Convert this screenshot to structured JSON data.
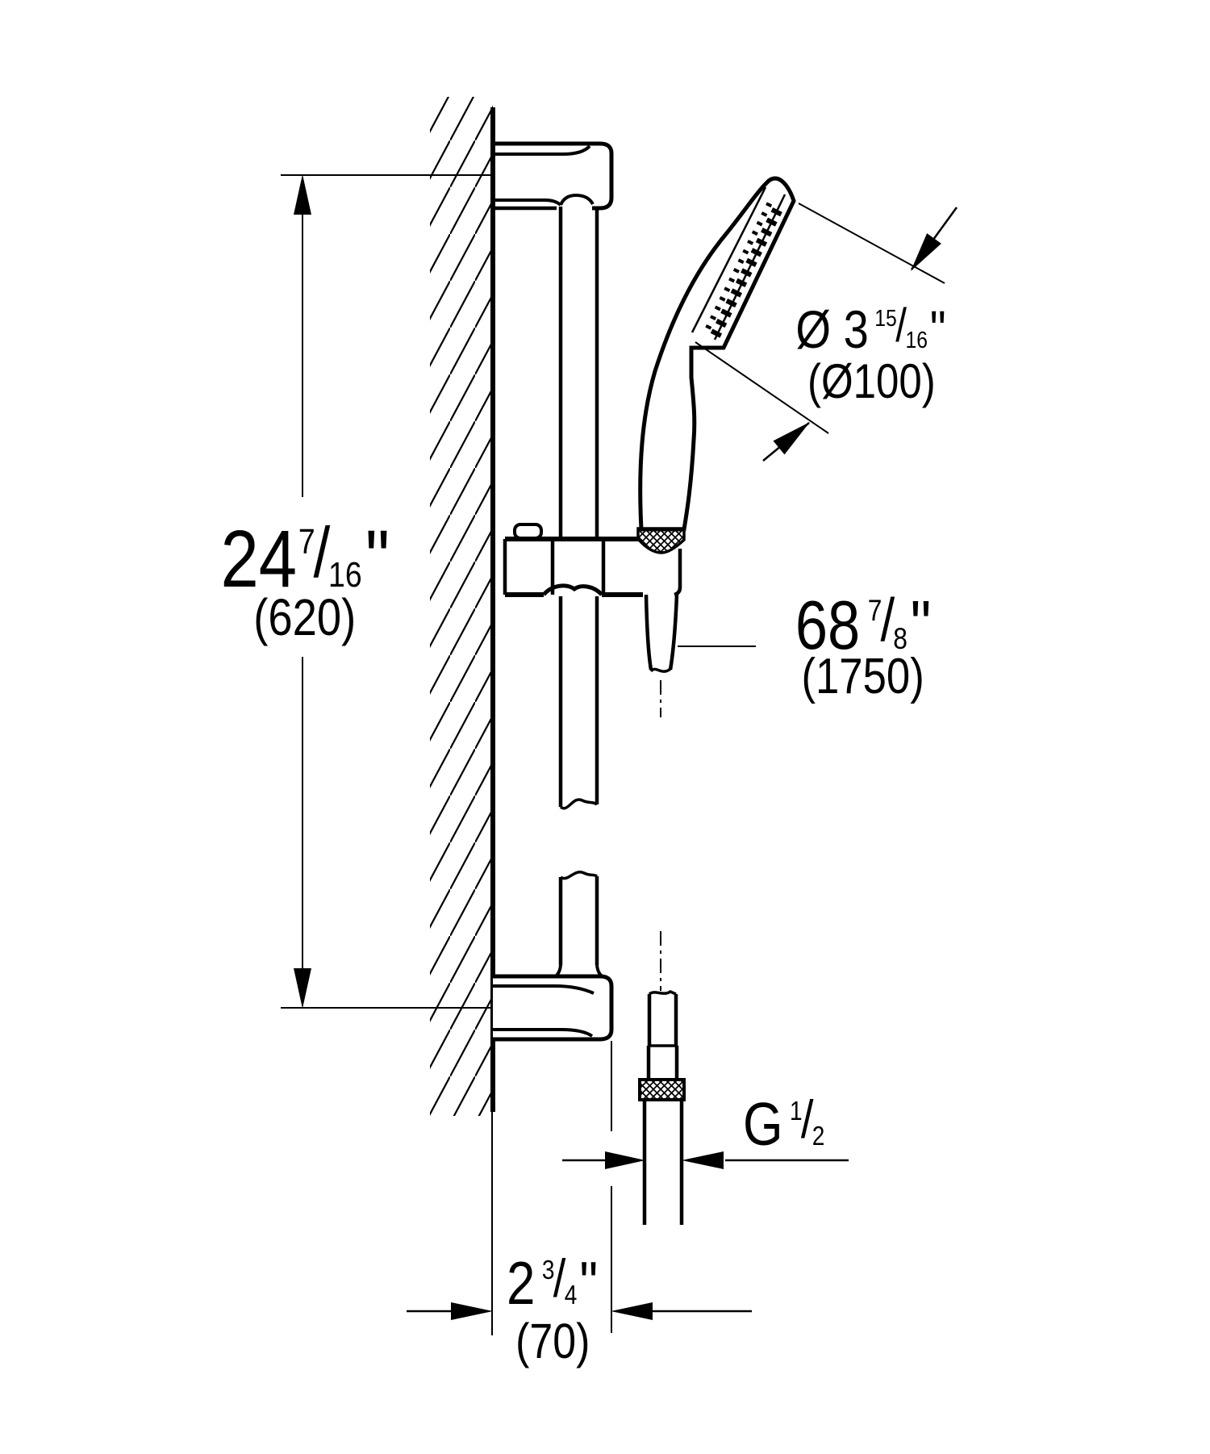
{
  "colors": {
    "background": "#ffffff",
    "line": "#000000"
  },
  "labels": {
    "rail_height": {
      "whole": "24",
      "num": "7",
      "slash": "/",
      "den": "16",
      "unit": "\"",
      "metric": "(620)"
    },
    "head_diameter": {
      "whole": "Ø 3",
      "num": "15",
      "slash": "/",
      "den": "16",
      "unit": "\"",
      "metric": "(Ø100)"
    },
    "hose_length": {
      "whole": "68",
      "num": "7",
      "slash": "/",
      "den": "8",
      "unit": "\"",
      "metric": "(1750)"
    },
    "thread": {
      "whole": "G",
      "num": "1",
      "slash": "/",
      "den": "2"
    },
    "wall_offset": {
      "whole": "2",
      "num": "3",
      "slash": "/",
      "den": "4",
      "unit": "\"",
      "metric": "(70)"
    }
  }
}
